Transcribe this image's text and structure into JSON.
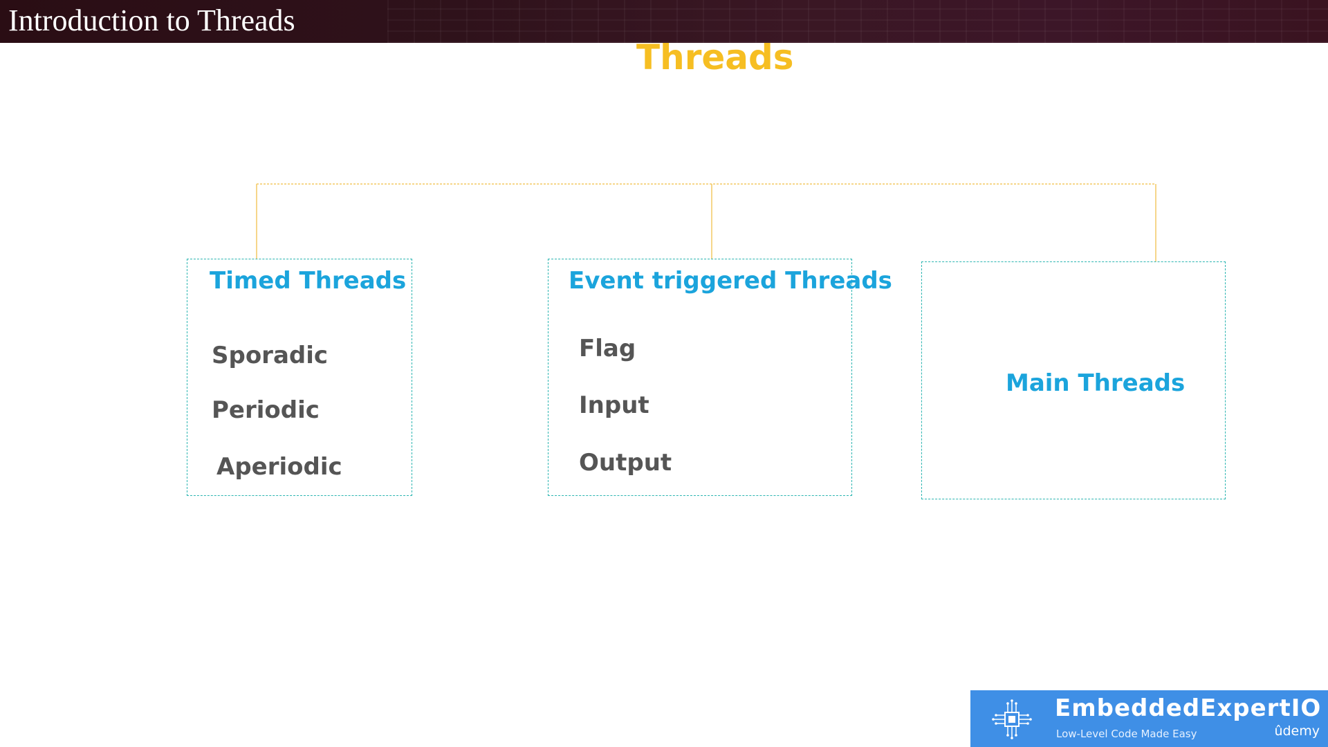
{
  "header": {
    "title": "Introduction to Threads"
  },
  "slide": {
    "title": "Threads",
    "boxes": [
      {
        "heading": "Timed Threads",
        "items": [
          "Sporadic",
          "Periodic",
          "Aperiodic"
        ]
      },
      {
        "heading": "Event triggered Threads",
        "items": [
          "Flag",
          "Input",
          "Output"
        ]
      },
      {
        "heading": "Main Threads",
        "items": []
      }
    ]
  },
  "branding": {
    "name": "EmbeddedExpertIO",
    "tagline": "Low-Level Code Made Easy",
    "platform": "ûdemy",
    "icon": "chip-icon"
  },
  "colors": {
    "title_accent": "#f6be22",
    "heading_blue": "#1ba4dc",
    "box_border": "#2bb5b1",
    "connector": "#f3c862",
    "item_text": "#555555",
    "logo_bg": "#3f8fe6",
    "header_bg": "#2f121b"
  }
}
